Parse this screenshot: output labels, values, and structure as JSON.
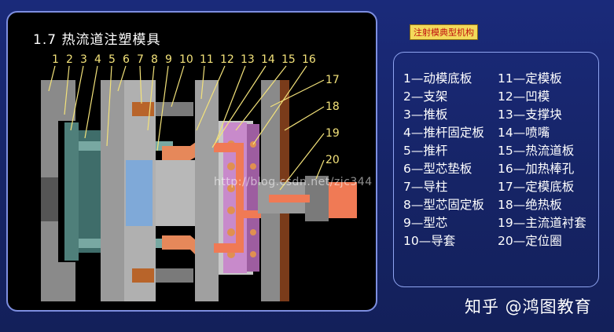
{
  "diagram": {
    "title": "1.7  热流道注塑模具",
    "callout_numbers": [
      "1",
      "2",
      "3",
      "4",
      "5",
      "6",
      "7",
      "8",
      "9",
      "10",
      "11",
      "12",
      "13",
      "14",
      "15",
      "16",
      "17",
      "18",
      "19",
      "20"
    ]
  },
  "badge": "注射模典型机构",
  "legend": {
    "left": [
      "1—动模底板",
      "2—支架",
      "3—推板",
      "4—推杆固定板",
      "5—推杆",
      "6—型芯垫板",
      "7—导柱",
      "8—型芯固定板",
      "9—型芯",
      "10—导套"
    ],
    "right": [
      "11—定模板",
      "12—凹模",
      "13—支撑块",
      "14—喷嘴",
      "15—热流道板",
      "16—加热棒孔",
      "17—定模底板",
      "18—绝热板",
      "19—主流道衬套",
      "20—定位圈"
    ]
  },
  "overlay_url": "http://blog.csdn.net/zjc344",
  "watermark": "知乎 @鸿图教育"
}
